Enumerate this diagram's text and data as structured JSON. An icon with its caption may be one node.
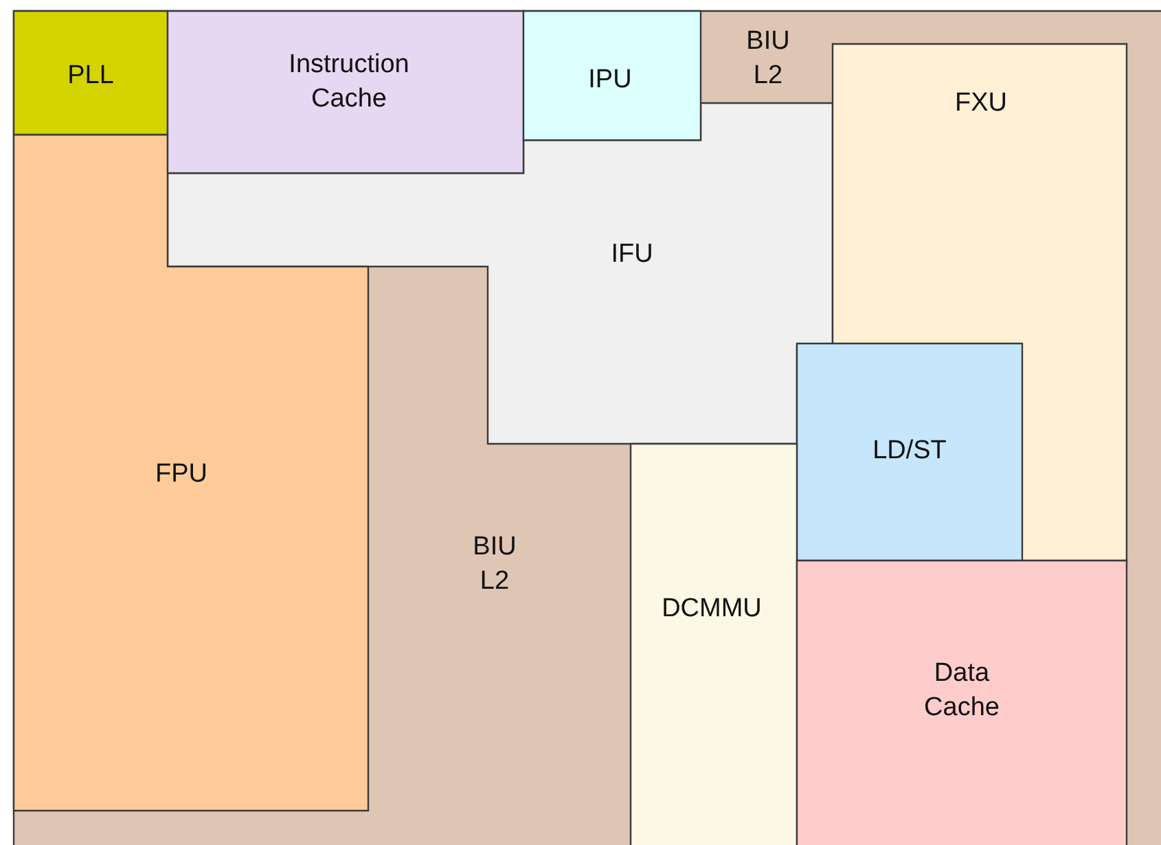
{
  "diagram": {
    "nodes": [
      {
        "text": [
          "BIU L2",
          "BIU L2"
        ]
      },
      {
        "text": [
          "PLL"
        ],
        "in": 0
      },
      {
        "text": [
          "Instruction Cache"
        ],
        "in": 0
      },
      {
        "text": [
          "IPU"
        ],
        "in": 0
      },
      {
        "text": [
          "FXU"
        ],
        "in": 0
      },
      {
        "text": [
          "IFU"
        ],
        "in": 0
      },
      {
        "text": [
          "FPU"
        ],
        "in": 0
      },
      {
        "text": [
          "LD/ST"
        ],
        "in": 0
      },
      {
        "text": [
          "DCMMU"
        ],
        "in": 0
      },
      {
        "text": [
          "Data Cache"
        ],
        "in": 0
      }
    ]
  }
}
